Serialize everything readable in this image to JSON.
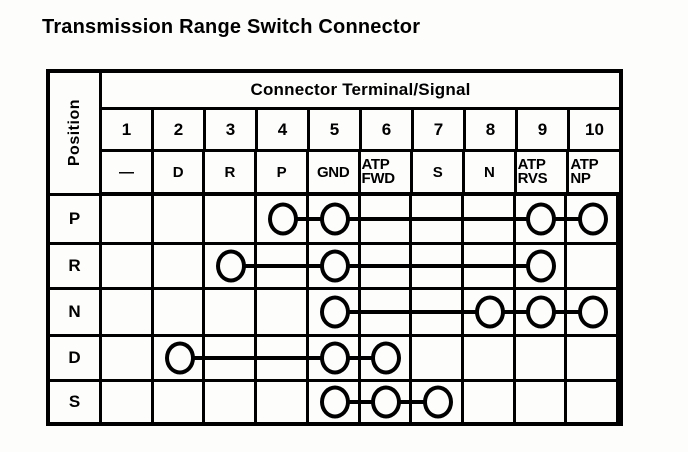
{
  "page_title": "Transmission Range Switch Connector",
  "table": {
    "header": "Connector Terminal/Signal",
    "position_label": "Position",
    "terminals": [
      "1",
      "2",
      "3",
      "4",
      "5",
      "6",
      "7",
      "8",
      "9",
      "10"
    ],
    "signals": [
      "—",
      "D",
      "R",
      "P",
      "GND",
      "ATP\nFWD",
      "S",
      "N",
      "ATP\nRVS",
      "ATP\nNP"
    ],
    "rows": [
      {
        "position": "P",
        "connected_terminals": [
          4,
          5,
          9,
          10
        ]
      },
      {
        "position": "R",
        "connected_terminals": [
          3,
          5,
          9
        ]
      },
      {
        "position": "N",
        "connected_terminals": [
          5,
          8,
          9,
          10
        ]
      },
      {
        "position": "D",
        "connected_terminals": [
          2,
          5,
          6
        ]
      },
      {
        "position": "S",
        "connected_terminals": [
          5,
          6,
          7
        ]
      }
    ]
  },
  "colors": {
    "ink": "#000000",
    "paper": "#fdfdfc"
  }
}
